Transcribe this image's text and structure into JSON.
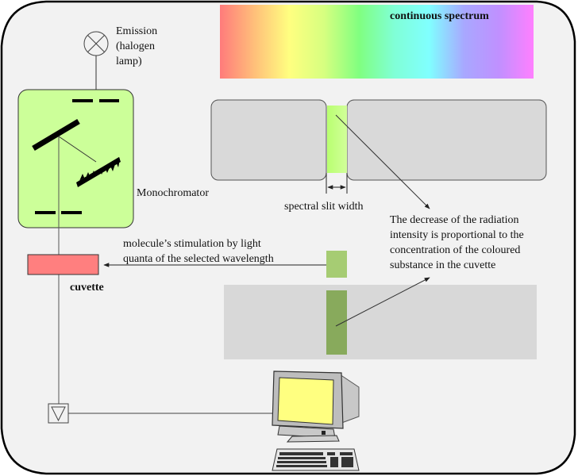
{
  "diagram": {
    "title": "Photometer / spectrophotometer principle",
    "colors": {
      "background": "#f2f2f2",
      "frame": "#000000",
      "monochromator": "#ccff99",
      "cuvette": "#ff7f7f",
      "slit_bright": "#c6ff80",
      "slit_filtered": "#a6cc73",
      "slit_absorbed": "#88aa5c",
      "gray_panel": "#d8d8d8",
      "monitor_screen": "#ffff80"
    },
    "spectrum": {
      "label": "continuous spectrum",
      "stops": [
        "#ff7b7b",
        "#ffc07a",
        "#ffff80",
        "#d6ff80",
        "#80ff80",
        "#80ffd6",
        "#80ffff",
        "#a8a8ff",
        "#c090ff",
        "#ff80ff"
      ]
    },
    "lamp": {
      "label_lines": [
        "Emission",
        "(halogen",
        "lamp)"
      ]
    },
    "monochromator": {
      "label": "Monochromator"
    },
    "slit": {
      "label": "spectral slit width"
    },
    "cuvette": {
      "label": "cuvette"
    },
    "stimulation": {
      "label_lines": [
        "molecule’s stimulation by light",
        "quanta of the selected wavelength"
      ]
    },
    "absorption_note": {
      "label_lines": [
        "The decrease of the radiation",
        "intensity is proportional to the",
        "concentration of the coloured",
        "substance in the cuvette"
      ]
    },
    "detector": {
      "icon": "triangle-down-icon"
    },
    "computer": {
      "icon": "computer-icon"
    }
  }
}
